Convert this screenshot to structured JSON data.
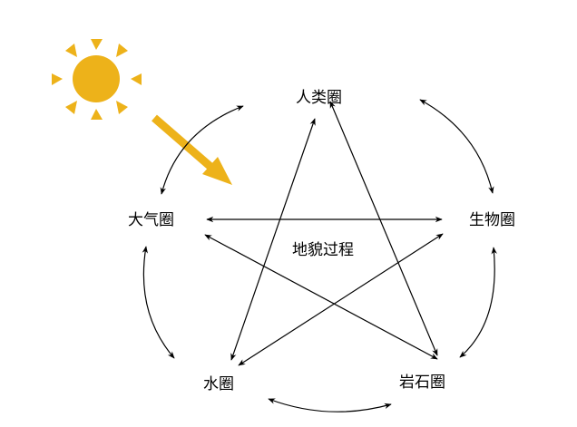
{
  "nodes": {
    "human": "人类圈",
    "atmosphere": "大气圈",
    "biosphere": "生物圈",
    "hydrosphere": "水圈",
    "lithosphere": "岩石圈"
  },
  "center": "地貌过程",
  "colors": {
    "sun": "#EDB21A",
    "arrow_sun": "#EDB21A",
    "lines": "#000000"
  },
  "icons": [
    "sun-icon",
    "sun-ray-arrow-icon"
  ]
}
